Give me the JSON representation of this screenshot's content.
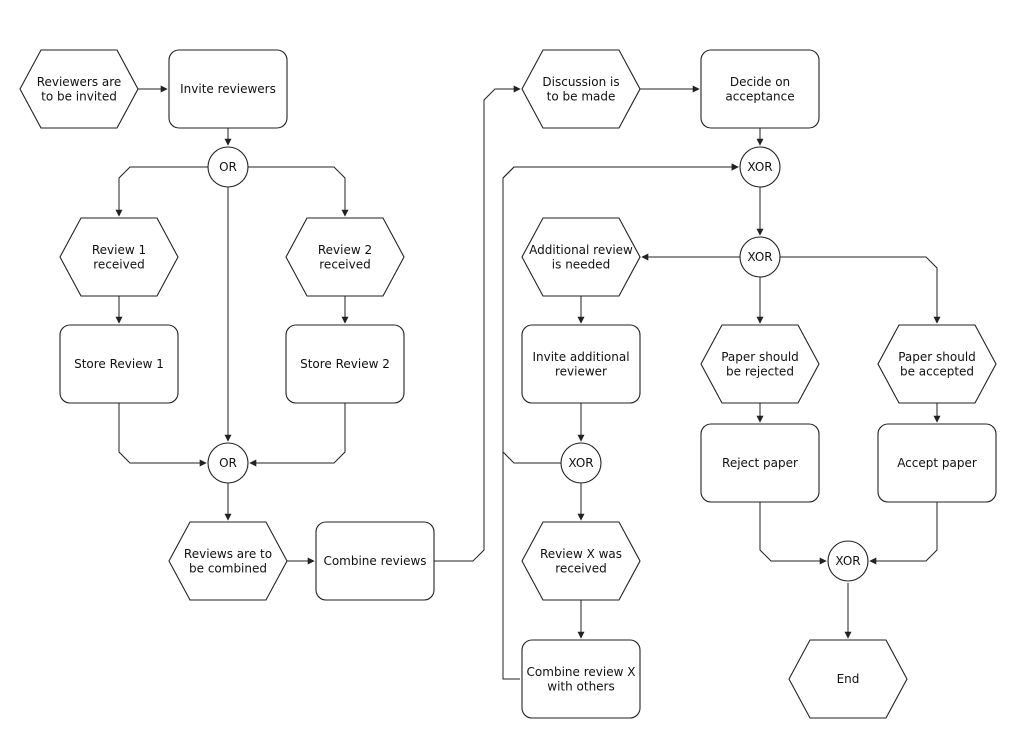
{
  "events": {
    "reviewers_invited": [
      "Reviewers are",
      "to be invited"
    ],
    "review1_received": [
      "Review 1",
      "received"
    ],
    "review2_received": [
      "Review 2",
      "received"
    ],
    "reviews_combined": [
      "Reviews are to",
      "be combined"
    ],
    "discussion": [
      "Discussion is",
      "to be made"
    ],
    "additional_needed": [
      "Additional review",
      "is needed"
    ],
    "reviewx_received": [
      "Review X was",
      "received"
    ],
    "paper_rejected": [
      "Paper should",
      "be rejected"
    ],
    "paper_accepted": [
      "Paper should",
      "be accepted"
    ],
    "end": [
      "End"
    ]
  },
  "functions": {
    "invite_reviewers": [
      "Invite reviewers"
    ],
    "store_review1": [
      "Store Review 1"
    ],
    "store_review2": [
      "Store Review 2"
    ],
    "combine_reviews": [
      "Combine reviews"
    ],
    "decide": [
      "Decide on",
      "acceptance"
    ],
    "invite_additional": [
      "Invite additional",
      "reviewer"
    ],
    "combine_x": [
      "Combine review X",
      "with others"
    ],
    "reject": [
      "Reject paper"
    ],
    "accept": [
      "Accept paper"
    ]
  },
  "connectors": {
    "or_split": "OR",
    "or_join": "OR",
    "xor_loop": "XOR",
    "xor_decision": "XOR",
    "xor_additional": "XOR",
    "xor_end": "XOR"
  }
}
